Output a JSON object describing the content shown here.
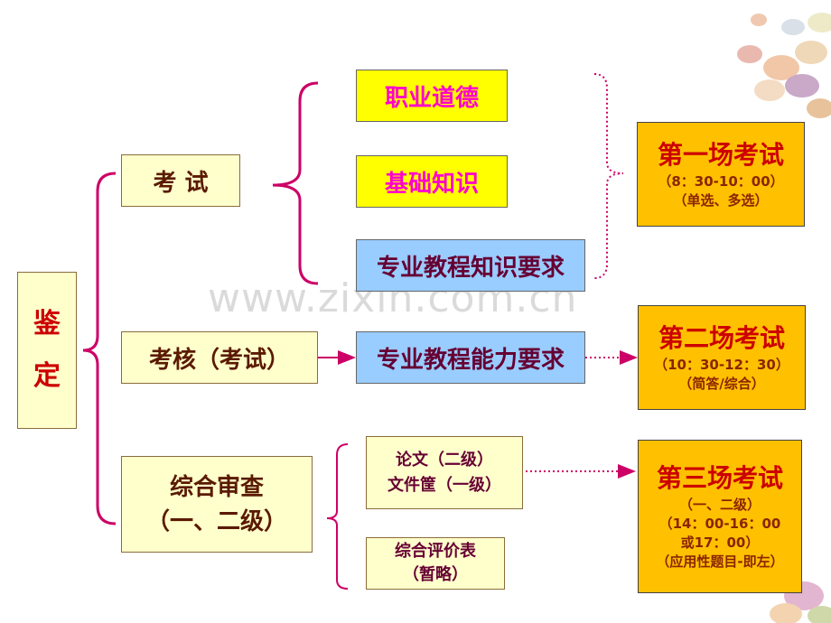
{
  "root": [
    "鉴",
    "定"
  ],
  "exam": "考 试",
  "assess": "考核（考试）",
  "review": [
    "综合审查",
    "（一、二级）"
  ],
  "ethics": "职业道德",
  "basics": "基础知识",
  "knowledge": "专业教程知识要求",
  "ability": "专业教程能力要求",
  "thesis": [
    "论文（二级）",
    "文件筐（一级）"
  ],
  "evaluation": [
    "综合评价表",
    "（暂略）"
  ],
  "session1": {
    "title": "第一场考试",
    "lines": [
      "（8：30-10：00）",
      "（单选、多选）"
    ]
  },
  "session2": {
    "title": "第二场考试",
    "lines": [
      "（10：30-12：30）",
      "（简答/综合）"
    ]
  },
  "session3": {
    "title": "第三场考试",
    "lines": [
      "（一、二级）",
      "（14：00-16：00",
      "或17：00）",
      "（应用性题目-即左）"
    ]
  },
  "watermark": "www.zixin.com.cn",
  "colors": {
    "bracket": "#cc0066",
    "arrow": "#cc0066"
  }
}
